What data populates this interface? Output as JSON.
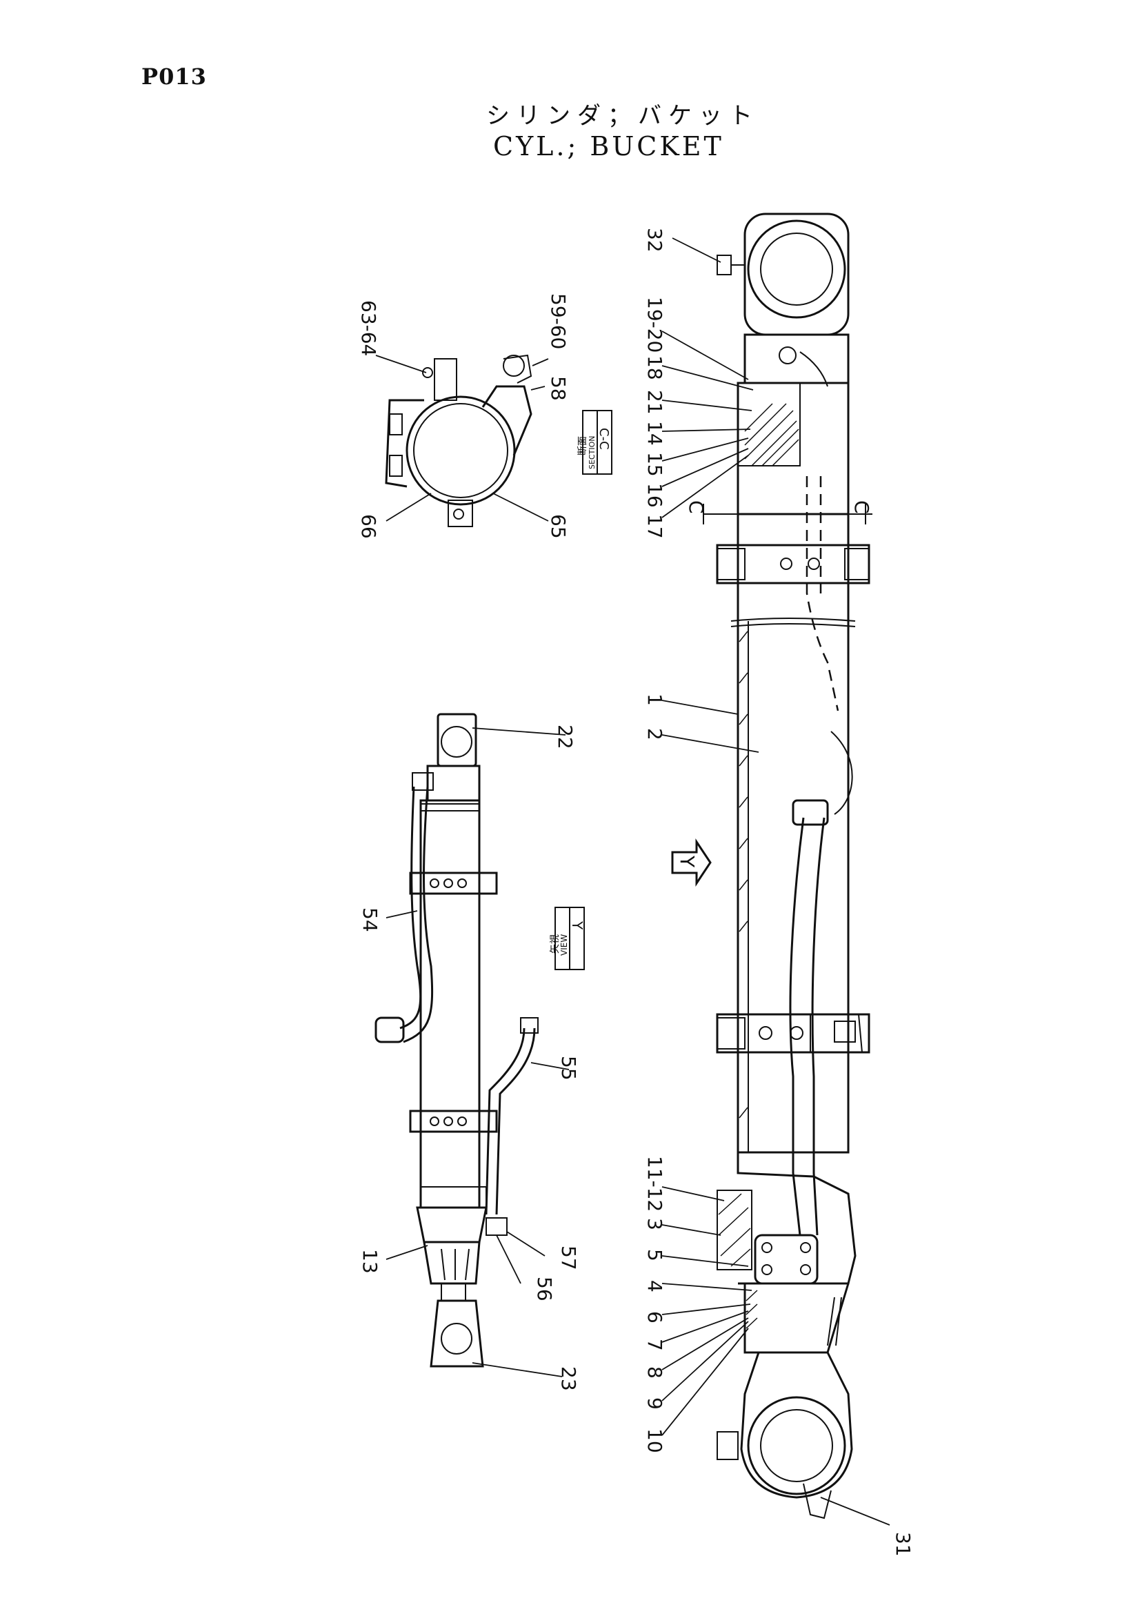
{
  "page": {
    "id": "P013",
    "title_jp": "シリンダ；バケット",
    "title_en": "CYL.; BUCKET"
  },
  "labels": {
    "section_jp": "断面",
    "section_en": "SECTION",
    "section_letter": "C-C",
    "view_jp": "矢視",
    "view_en": "VIEW",
    "view_letter": "Y",
    "arrow_letter": "Y",
    "cut_left": "C",
    "cut_right": "C"
  },
  "callouts": {
    "c1": "1",
    "c2": "2",
    "c3": "3",
    "c4": "4",
    "c5": "5",
    "c6": "6",
    "c7": "7",
    "c8": "8",
    "c9": "9",
    "c10": "10",
    "c11_12": "11-12",
    "c13": "13",
    "c14": "14",
    "c15": "15",
    "c16": "16",
    "c17": "17",
    "c18": "18",
    "c19_20": "19-20",
    "c21": "21",
    "c22": "22",
    "c23": "23",
    "c31": "31",
    "c32": "32",
    "c54": "54",
    "c55": "55",
    "c56": "56",
    "c57": "57",
    "c58": "58",
    "c59_60": "59-60",
    "c63_64": "63-64",
    "c65": "65",
    "c66": "66"
  }
}
